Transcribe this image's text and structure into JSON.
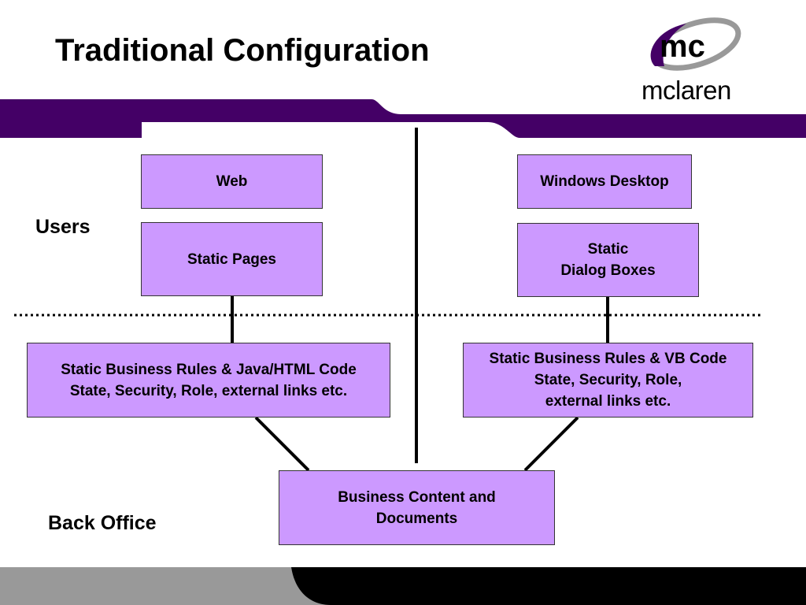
{
  "slide": {
    "title": "Traditional Configuration"
  },
  "logo": {
    "monogram": "mc",
    "wordmark": "mclaren"
  },
  "labels": {
    "users": "Users",
    "back_office": "Back Office"
  },
  "boxes": {
    "web": {
      "lines": [
        "Web"
      ]
    },
    "static_pages": {
      "lines": [
        "Static Pages"
      ]
    },
    "windows_desktop": {
      "lines": [
        "Windows Desktop"
      ]
    },
    "static_dialog_boxes": {
      "lines": [
        "Static",
        "Dialog Boxes"
      ]
    },
    "java_rules": {
      "lines": [
        "Static Business Rules & Java/HTML Code",
        "State, Security, Role, external links etc."
      ]
    },
    "vb_rules": {
      "lines": [
        "Static Business Rules & VB Code",
        "State, Security, Role,",
        "external links etc."
      ]
    },
    "business_content": {
      "lines": [
        "Business Content and",
        "Documents"
      ]
    }
  },
  "colors": {
    "brand_purple": "#440066",
    "box_fill": "#cc99ff",
    "box_border": "#333333",
    "footer_gray": "#999999",
    "footer_black": "#000000"
  }
}
